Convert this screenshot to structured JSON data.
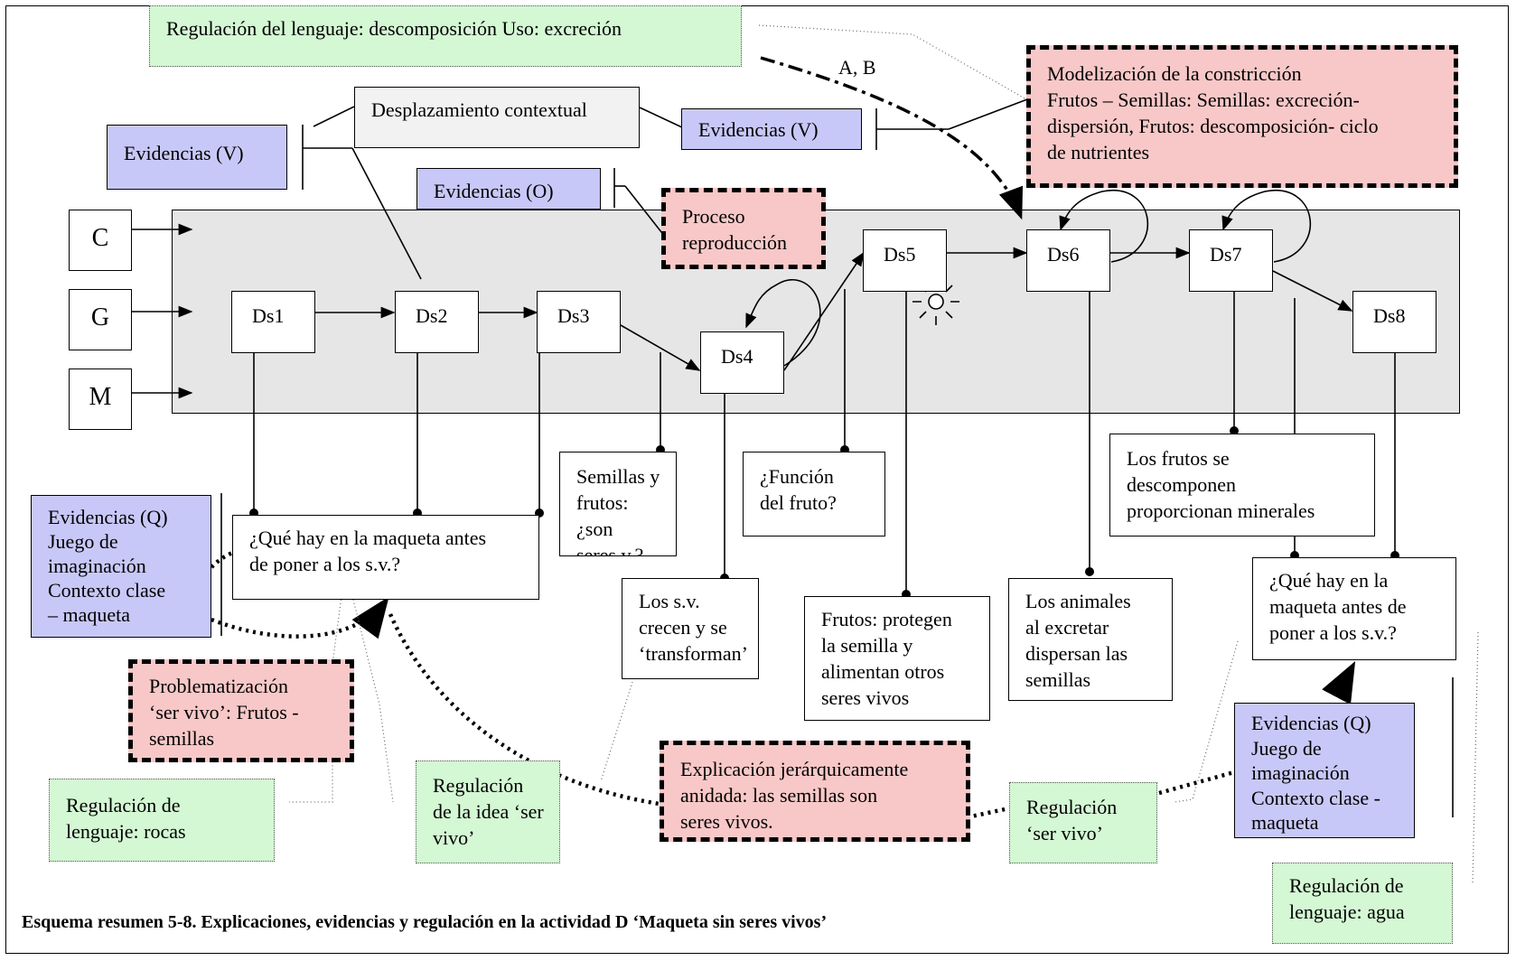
{
  "caption": "Esquema resumen 5-8. Explicaciones, evidencias y regulación en la actividad D ‘Maqueta sin seres vivos’",
  "arrow_label_ab": "A, B",
  "side_letters": [
    "C",
    "G",
    "M"
  ],
  "nodes": {
    "ds1": "Ds1",
    "ds2": "Ds2",
    "ds3": "Ds3",
    "ds4": "Ds4",
    "ds5": "Ds5",
    "ds6": "Ds6",
    "ds7": "Ds7",
    "ds8": "Ds8"
  },
  "boxes": {
    "reg_excrecion": "Regulación del lenguaje: descomposición Uso: excreción",
    "desplazamiento": "Desplazamiento contextual",
    "evid_v_left": "Evidencias (V)",
    "evid_v_right": "Evidencias (V)",
    "evid_o": "Evidencias (O)",
    "proceso": "Proceso\nreproducción",
    "modelizacion": "Modelización de la constricción\nFrutos – Semillas: Semillas: excreción-\ndispersión, Frutos: descomposición- ciclo\nde nutrientes",
    "evid_q_left": "Evidencias (Q)\nJuego de\nimaginación\nContexto clase\n– maqueta",
    "que_hay_left": "¿Qué hay en la maqueta antes\nde poner a los s.v.?",
    "semillas_frutos": "Semillas y\nfrutos: ¿son\nseres v.?",
    "funcion_fruto": "¿Función\ndel fruto?",
    "frutos_descomponen": "Los frutos se\ndescomponen\nproporcionan minerales",
    "sv_crecen": "Los s.v.\ncrecen y se\n‘transforman’",
    "frutos_protegen": "Frutos: protegen\nla semilla y\nalimentan otros\nseres vivos",
    "animales_excretar": "Los animales\nal excretar\ndispersan las\nsemillas",
    "que_hay_right": "¿Qué hay en la\nmaqueta antes de\nponer a los s.v.?",
    "problematizacion": "Problematización\n‘ser vivo’: Frutos -\nsemillas",
    "explicacion": "Explicación jerárquicamente\nanidada: las semillas son\nseres vivos.",
    "evid_q_right": "Evidencias (Q)\nJuego de\nimaginación\nContexto clase -\nmaqueta",
    "reg_rocas": "Regulación de\nlenguaje: rocas",
    "reg_idea": "Regulación\nde la idea ‘ser\nvivo’",
    "reg_ser_vivo": "Regulación\n‘ser vivo’",
    "reg_agua": "Regulación de\nlenguaje: agua"
  },
  "colors": {
    "evidence_fill": "#c8c8f8",
    "explanation_fill": "#f8c8c8",
    "regulation_fill": "#d4f7d4",
    "process_area": "#e6e6e6"
  }
}
